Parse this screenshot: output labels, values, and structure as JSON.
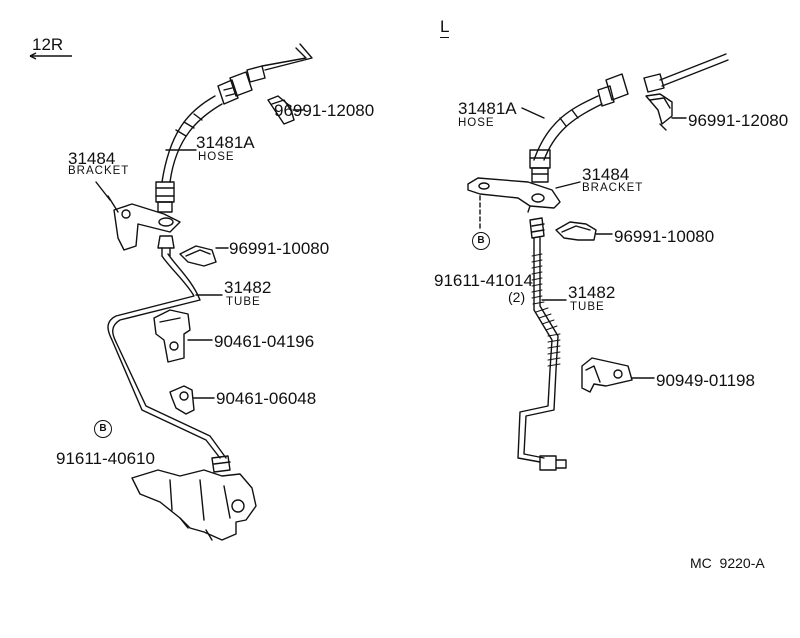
{
  "left": {
    "section": "12R",
    "hose_part": "31481A",
    "hose_name": "HOSE",
    "bracket_part": "31484",
    "bracket_name": "BRACKET",
    "tube_part": "31482",
    "tube_name": "TUBE",
    "clip_a": "96991-12080",
    "clip_b": "96991-10080",
    "clamp_a": "90461-04196",
    "clamp_b": "90461-06048",
    "ref_mark": "B",
    "bolt": "91611-40610"
  },
  "right": {
    "section": "L",
    "hose_part": "31481A",
    "hose_name": "HOSE",
    "bracket_part": "31484",
    "bracket_name": "BRACKET",
    "tube_part": "31482",
    "tube_name": "TUBE",
    "clip_a": "96991-12080",
    "clip_b": "96991-10080",
    "clamp": "90949-01198",
    "ref_mark": "B",
    "bolt": "91611-41014",
    "bolt_qty": "(2)"
  },
  "figure_code": "MC  9220-A"
}
